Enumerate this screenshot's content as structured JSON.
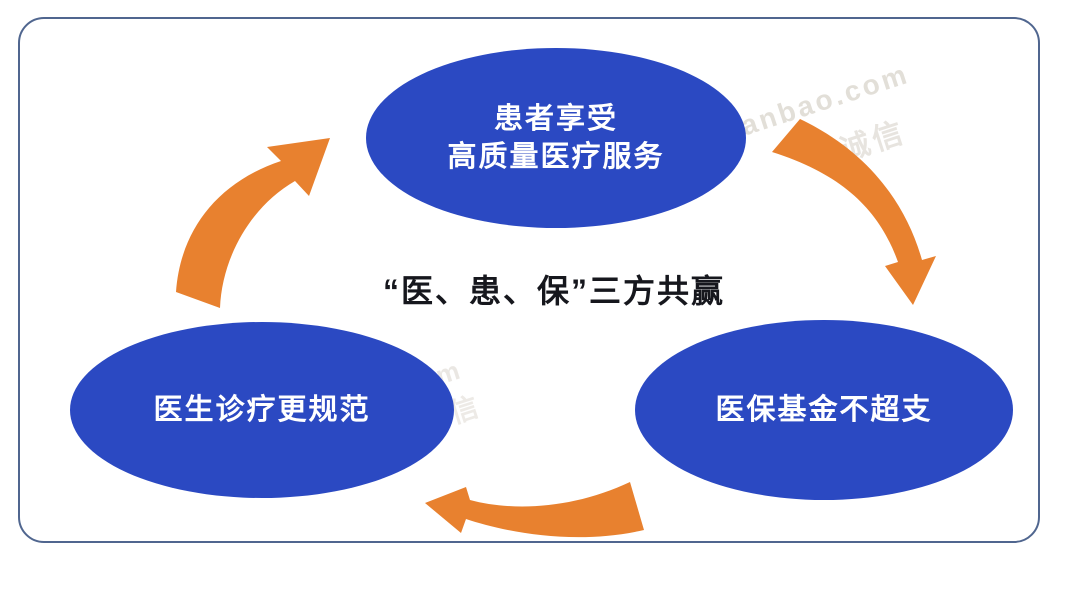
{
  "diagram": {
    "title": "“医、患、保”三方共赢",
    "nodes": {
      "patient": {
        "line1": "患者享受",
        "line2": "高质量医疗服务"
      },
      "doctor": {
        "label": "医生诊疗更规范"
      },
      "insurance": {
        "label": "医保基金不超支"
      }
    },
    "arrows": {
      "patient_to_insurance": "arrow-patient-to-insurance",
      "insurance_to_doctor": "arrow-insurance-to-doctor",
      "doctor_to_patient": "arrow-doctor-to-patient"
    }
  },
  "watermarks": {
    "w1": "anbao.com",
    "w2": "诚信",
    "w3": "om",
    "w4": "信"
  },
  "colors": {
    "node-blue": "#2B49C2",
    "arrow-orange": "#E8812F",
    "title-text": "#16171D",
    "node-text": "#FFFFFF",
    "frame-border": "#50668F",
    "background": "#FFFFFF",
    "watermark-gray": "#CCC5BA"
  }
}
